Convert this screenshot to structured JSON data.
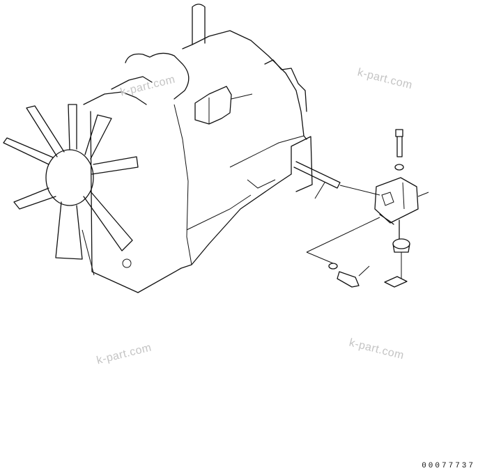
{
  "watermarks": [
    "k-part.com",
    "k-part.com",
    "k-part.com",
    "k-part.com"
  ],
  "drawing_number": "00077737"
}
